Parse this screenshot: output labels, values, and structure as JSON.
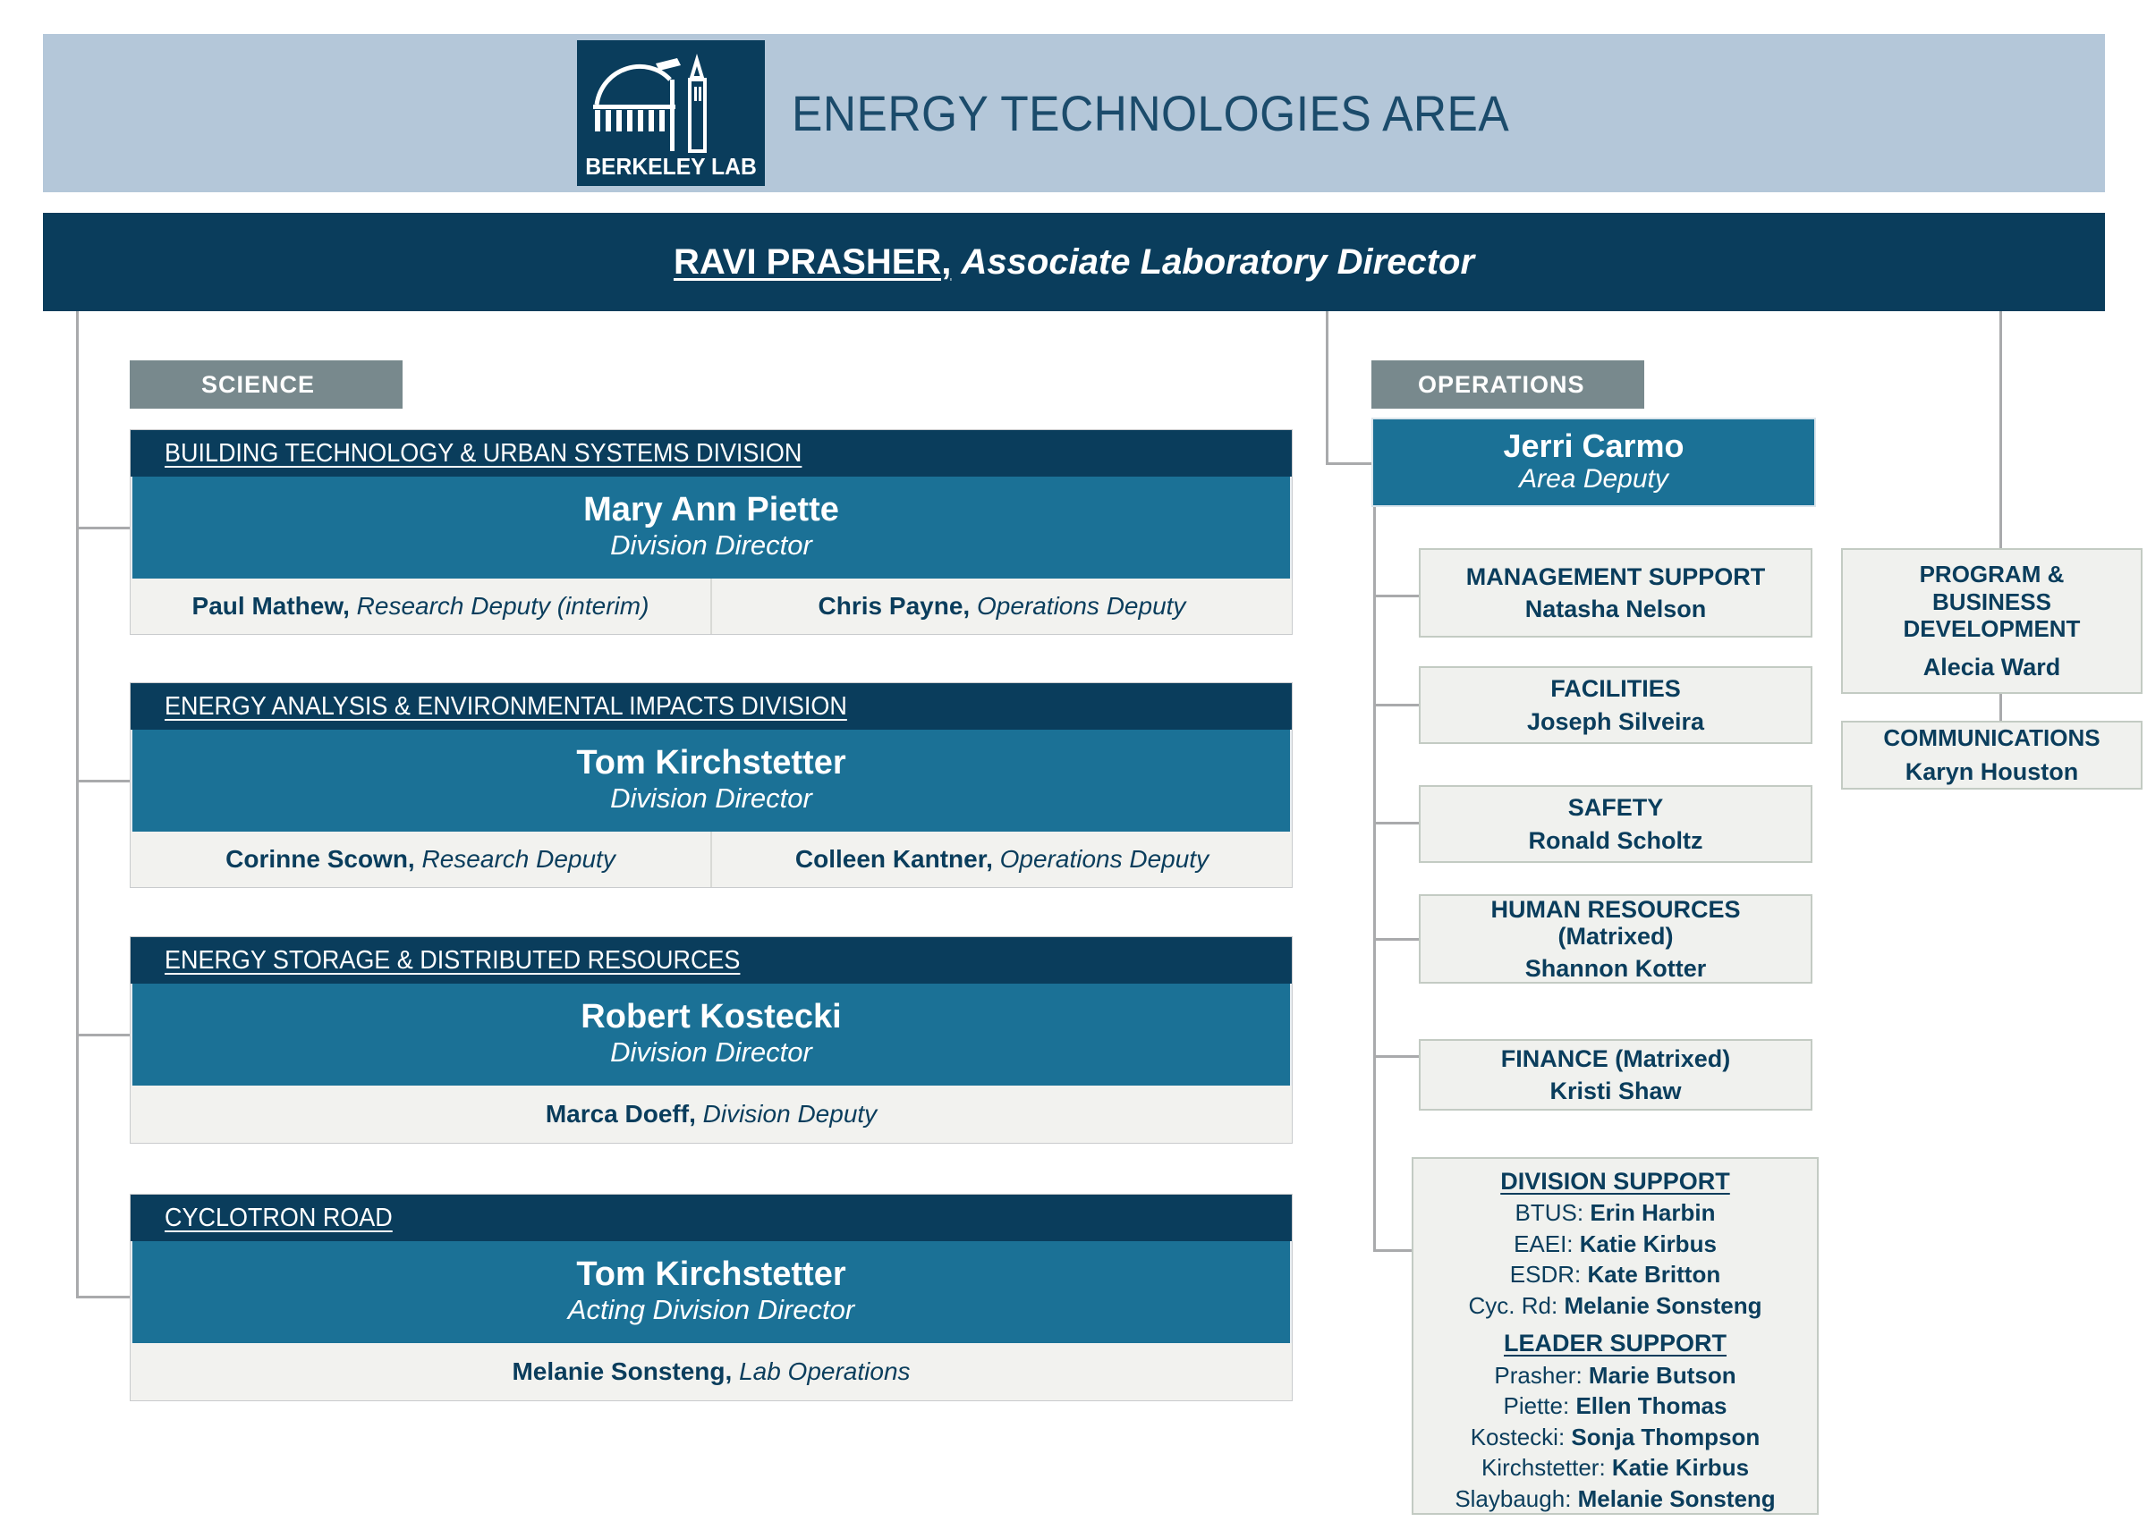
{
  "banner": {
    "logo_wordmark": "BERKELEY LAB",
    "title": "ENERGY TECHNOLOGIES AREA",
    "bg_color": "#b4c7d9",
    "title_color": "#1b4b6b"
  },
  "leader": {
    "name": "RAVI PRASHER,",
    "title": "Associate Laboratory Director",
    "bar_color": "#0a3d5c"
  },
  "columns": {
    "science_tag": "SCIENCE",
    "operations_tag": "OPERATIONS",
    "tag_color": "#78898d"
  },
  "colors": {
    "navy": "#0a3d5c",
    "teal": "#1b7196",
    "light_box": "#f0f1ee",
    "line": "#a9aaac"
  },
  "science": {
    "divisions": [
      {
        "name": "BUILDING TECHNOLOGY & URBAN SYSTEMS DIVISION",
        "director": "Mary Ann Piette",
        "director_role": "Division Director",
        "deputies": [
          {
            "name": "Paul Mathew,",
            "role": "Research Deputy (interim)"
          },
          {
            "name": "Chris Payne,",
            "role": "Operations Deputy"
          }
        ]
      },
      {
        "name": "ENERGY ANALYSIS & ENVIRONMENTAL IMPACTS DIVISION",
        "director": "Tom Kirchstetter",
        "director_role": "Division Director",
        "deputies": [
          {
            "name": "Corinne Scown,",
            "role": "Research Deputy"
          },
          {
            "name": "Colleen Kantner,",
            "role": "Operations Deputy"
          }
        ]
      },
      {
        "name": "ENERGY STORAGE & DISTRIBUTED RESOURCES",
        "director": "Robert Kostecki",
        "director_role": "Division Director",
        "deputies": [
          {
            "name": "Marca Doeff,",
            "role": "Division Deputy"
          }
        ]
      },
      {
        "name": "CYCLOTRON ROAD",
        "director": "Tom Kirchstetter",
        "director_role": "Acting Division Director",
        "deputies": [
          {
            "name": "Melanie Sonsteng,",
            "role": "Lab Operations"
          }
        ]
      }
    ]
  },
  "operations": {
    "lead": {
      "name": "Jerri Carmo",
      "role": "Area Deputy"
    },
    "boxes": [
      {
        "title": "MANAGEMENT SUPPORT",
        "name": "Natasha Nelson"
      },
      {
        "title": "FACILITIES",
        "name": "Joseph Silveira"
      },
      {
        "title": "SAFETY",
        "name": "Ronald Scholtz"
      },
      {
        "title": "HUMAN RESOURCES\n(Matrixed)",
        "name": "Shannon Kotter"
      },
      {
        "title": "FINANCE (Matrixed)",
        "name": "Kristi Shaw"
      }
    ]
  },
  "support": {
    "division_support_title": "DIVISION SUPPORT",
    "division_support": [
      {
        "label": "BTUS: ",
        "name": "Erin Harbin"
      },
      {
        "label": "EAEI: ",
        "name": "Katie Kirbus"
      },
      {
        "label": "ESDR: ",
        "name": "Kate Britton"
      },
      {
        "label": "Cyc. Rd: ",
        "name": "Melanie Sonsteng"
      }
    ],
    "leader_support_title": "LEADER SUPPORT",
    "leader_support": [
      {
        "label": "Prasher: ",
        "name": "Marie Butson"
      },
      {
        "label": "Piette: ",
        "name": "Ellen Thomas"
      },
      {
        "label": "Kostecki: ",
        "name": "Sonja Thompson"
      },
      {
        "label": "Kirchstetter: ",
        "name": "Katie Kirbus"
      },
      {
        "label": "Slaybaugh: ",
        "name": "Melanie Sonsteng"
      }
    ]
  },
  "right_column": {
    "boxes": [
      {
        "title": "PROGRAM &\nBUSINESS\nDEVELOPMENT",
        "name": "Alecia Ward"
      },
      {
        "title": "COMMUNICATIONS",
        "name": "Karyn Houston"
      }
    ]
  }
}
